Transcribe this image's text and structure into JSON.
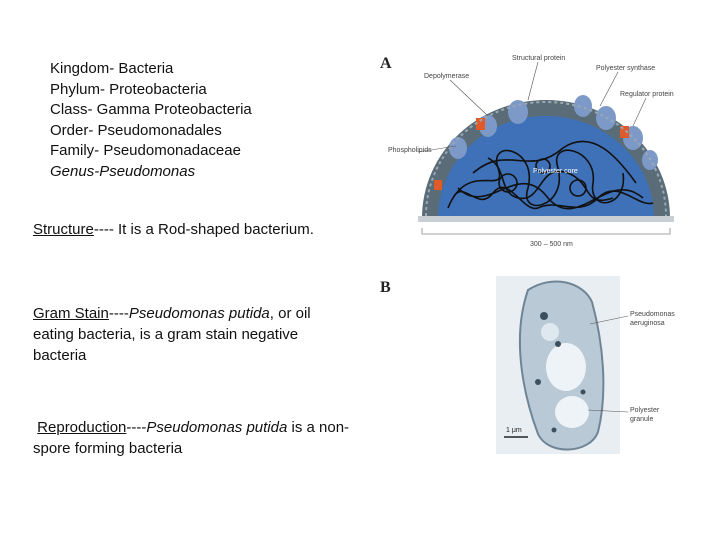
{
  "taxonomy": {
    "kingdom": "Kingdom- Bacteria",
    "phylum": "Phylum- Proteobacteria",
    "class": "Class- Gamma Proteobacteria",
    "order": "Order- Pseudomonadales",
    "family": "Family- Pseudomonadaceae",
    "genus": "Genus-Pseudomonas"
  },
  "structure": {
    "heading": "Structure",
    "text": "---- It is a Rod-shaped bacterium."
  },
  "gram_stain": {
    "heading": "Gram Stain",
    "dashes": "----",
    "species": "Pseudomonas putida",
    "text": ", or oil eating bacteria, is a gram stain negative bacteria"
  },
  "reproduction": {
    "heading": "Reproduction",
    "dashes": "----",
    "species": "Pseudomonas putida",
    "text": " is a non-spore forming bacteria"
  },
  "figure_a": {
    "letter": "A",
    "labels": {
      "structural_protein": "Structural protein",
      "depolymerase": "Depolymerase",
      "polyester_synthase": "Polyester synthase",
      "regulator_protein": "Regulator protein",
      "phospholipids": "Phospholipids",
      "polyester_core": "Polyester core",
      "scale": "300 – 500 nm"
    },
    "colors": {
      "membrane": "#5a6c78",
      "core": "#3e71b8",
      "protein": "#7d99c8",
      "accent": "#e05a2a"
    }
  },
  "figure_b": {
    "letter": "B",
    "labels": {
      "organism_line1": "Pseudomonas",
      "organism_line2": "aeruginosa",
      "granule_line1": "Polyester",
      "granule_line2": "granule",
      "scale": "1 μm"
    }
  }
}
